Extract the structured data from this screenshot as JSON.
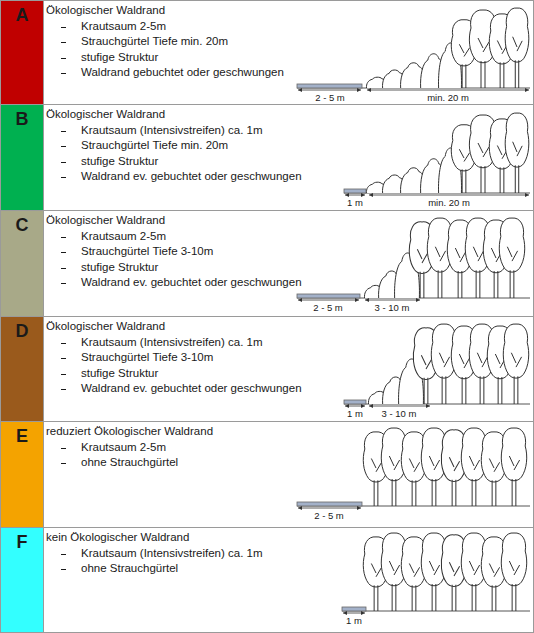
{
  "diagram": {
    "nodes": [
      {
        "text": [
          "A"
        ]
      },
      {
        "text": [
          "Ökologischer Waldrand",
          "Krautsaum 2-5m",
          "Strauchgürtel Tiefe min. 20m",
          "stufige Struktur",
          "Waldrand gebuchtet oder geschwungen"
        ]
      },
      {
        "text": [
          "B"
        ]
      },
      {
        "text": [
          "Ökologischer Waldrand",
          "Krautsaum (Intensivstreifen) ca. 1m",
          "Strauchgürtel Tiefe min. 20m",
          "stufige Struktur",
          "Waldrand ev. gebuchtet oder geschwungen"
        ]
      },
      {
        "text": [
          "C"
        ]
      },
      {
        "text": [
          "Ökologischer Waldrand",
          "Krautsaum 2-5m",
          "Strauchgürtel Tiefe 3-10m",
          "stufige Struktur",
          "Waldrand ev. gebuchtet oder geschwungen"
        ]
      },
      {
        "text": [
          "D"
        ]
      },
      {
        "text": [
          "Ökologischer Waldrand",
          "Krautsaum (Intensivstreifen) ca. 1m",
          "Strauchgürtel Tiefe 3-10m",
          "stufige Struktur",
          "Waldrand ev. gebuchtet oder geschwungen"
        ]
      },
      {
        "text": [
          "E"
        ]
      },
      {
        "text": [
          "reduziert Ökologischer Waldrand",
          "Krautsaum 2-5m",
          "ohne Strauchgürtel"
        ]
      },
      {
        "text": [
          "F"
        ]
      },
      {
        "text": [
          "kein Ökologischer Waldrand",
          "Krautsaum (Intensivstreifen) ca. 1m",
          "ohne Strauchgürtel"
        ]
      }
    ],
    "labels": [
      "2 - 5 m",
      "min. 20 m",
      "1 m",
      "min. 20 m",
      "2 - 5 m",
      "3 - 10 m",
      "1 m",
      "3 - 10 m",
      "2 - 5 m",
      "1 m"
    ]
  }
}
